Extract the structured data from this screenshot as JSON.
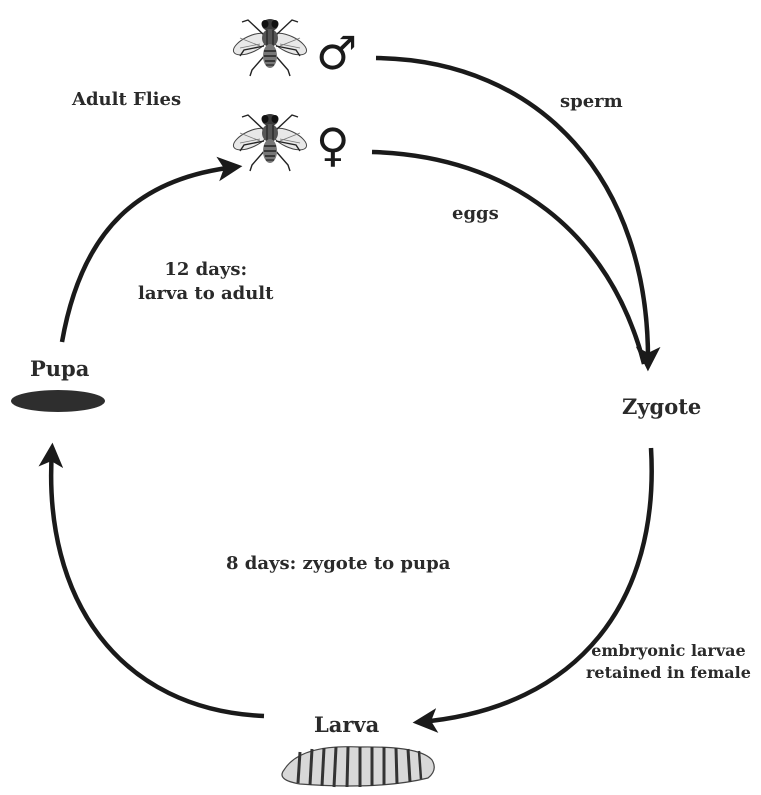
{
  "labels": {
    "adult_flies": "Adult Flies",
    "sperm": "sperm",
    "eggs": "eggs",
    "zygote": "Zygote",
    "pupa": "Pupa",
    "larva": "Larva",
    "larva_to_adult_line1": "12 days:",
    "larva_to_adult_line2": "larva to adult",
    "zygote_to_pupa": "8 days: zygote to pupa",
    "retained_line1": "embryonic larvae",
    "retained_line2": "retained in female"
  },
  "symbols": {
    "male": "♂",
    "female": "♀"
  },
  "icons": {
    "male_fly": "housefly-icon",
    "female_fly": "housefly-icon",
    "pupa": "pupa-ellipse",
    "larva": "maggot-icon"
  },
  "colors": {
    "arrow": "#1a1a1a",
    "text": "#2a2a2a",
    "pupa": "#2e2e2e"
  }
}
